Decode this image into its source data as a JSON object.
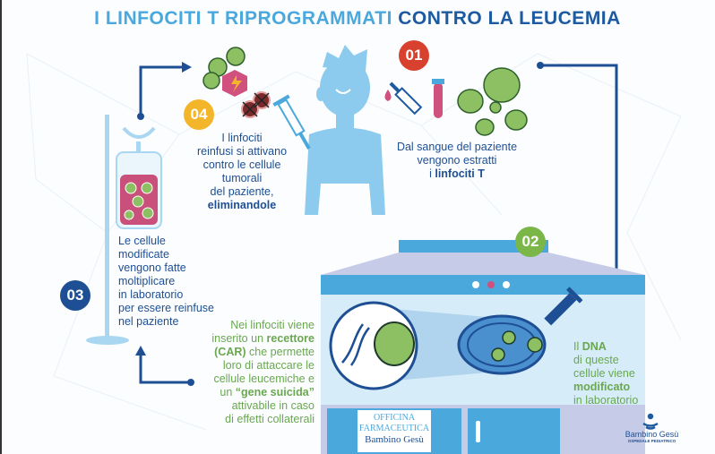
{
  "title": {
    "part1": "I LINFOCITI T RIPROGRAMMATI",
    "part2": "CONTRO LA LEUCEMIA"
  },
  "steps": [
    {
      "badge": "01",
      "color": "#d9412f",
      "lines": [
        "Dal sangue del paziente",
        "vengono estratti"
      ],
      "last_prefix": "i ",
      "last_bold": "linfociti T"
    },
    {
      "badge": "02",
      "color": "#7ab648",
      "line1_prefix": "Il ",
      "line1_bold": "DNA",
      "lines": [
        "di queste",
        "cellule viene"
      ],
      "bold_line": "modificato",
      "last": "in laboratorio"
    },
    {
      "badge": "03",
      "color": "#1e4f94",
      "lines": [
        "Le cellule",
        "modificate",
        "vengono fatte",
        "moltiplicare",
        "in laboratorio",
        "per essere reinfuse",
        "nel paziente"
      ]
    },
    {
      "badge": "04",
      "color": "#f3b52a",
      "lines": [
        "I linfociti",
        "reinfusi si attivano",
        "contro le cellule",
        "tumorali",
        "del paziente,"
      ],
      "bold_last": "eliminandole"
    }
  ],
  "car_text": {
    "l1": "Nei linfociti viene",
    "l2_prefix": "inserito un ",
    "l2_bold": "recettore",
    "l3_bold": "(CAR)",
    "l3_suffix": " che permette",
    "l4": "loro di attaccare le",
    "l5": "cellule leucemiche e",
    "l6_prefix": "un ",
    "l6_bold": "“gene suicida”",
    "l7": "attivabile in caso",
    "l8": "di effetti collaterali"
  },
  "lab_sign": {
    "l1": "OFFICINA",
    "l2": "FARMACEUTICA",
    "l3": "Bambino Gesù"
  },
  "logo": {
    "name": "Bambino Gesù",
    "sub": "OSPEDALE PEDIATRICO"
  },
  "colors": {
    "light_blue": "#4aa8dc",
    "dark_blue": "#1e4f94",
    "green": "#6aa84f",
    "body_blue": "#8ccbee"
  }
}
